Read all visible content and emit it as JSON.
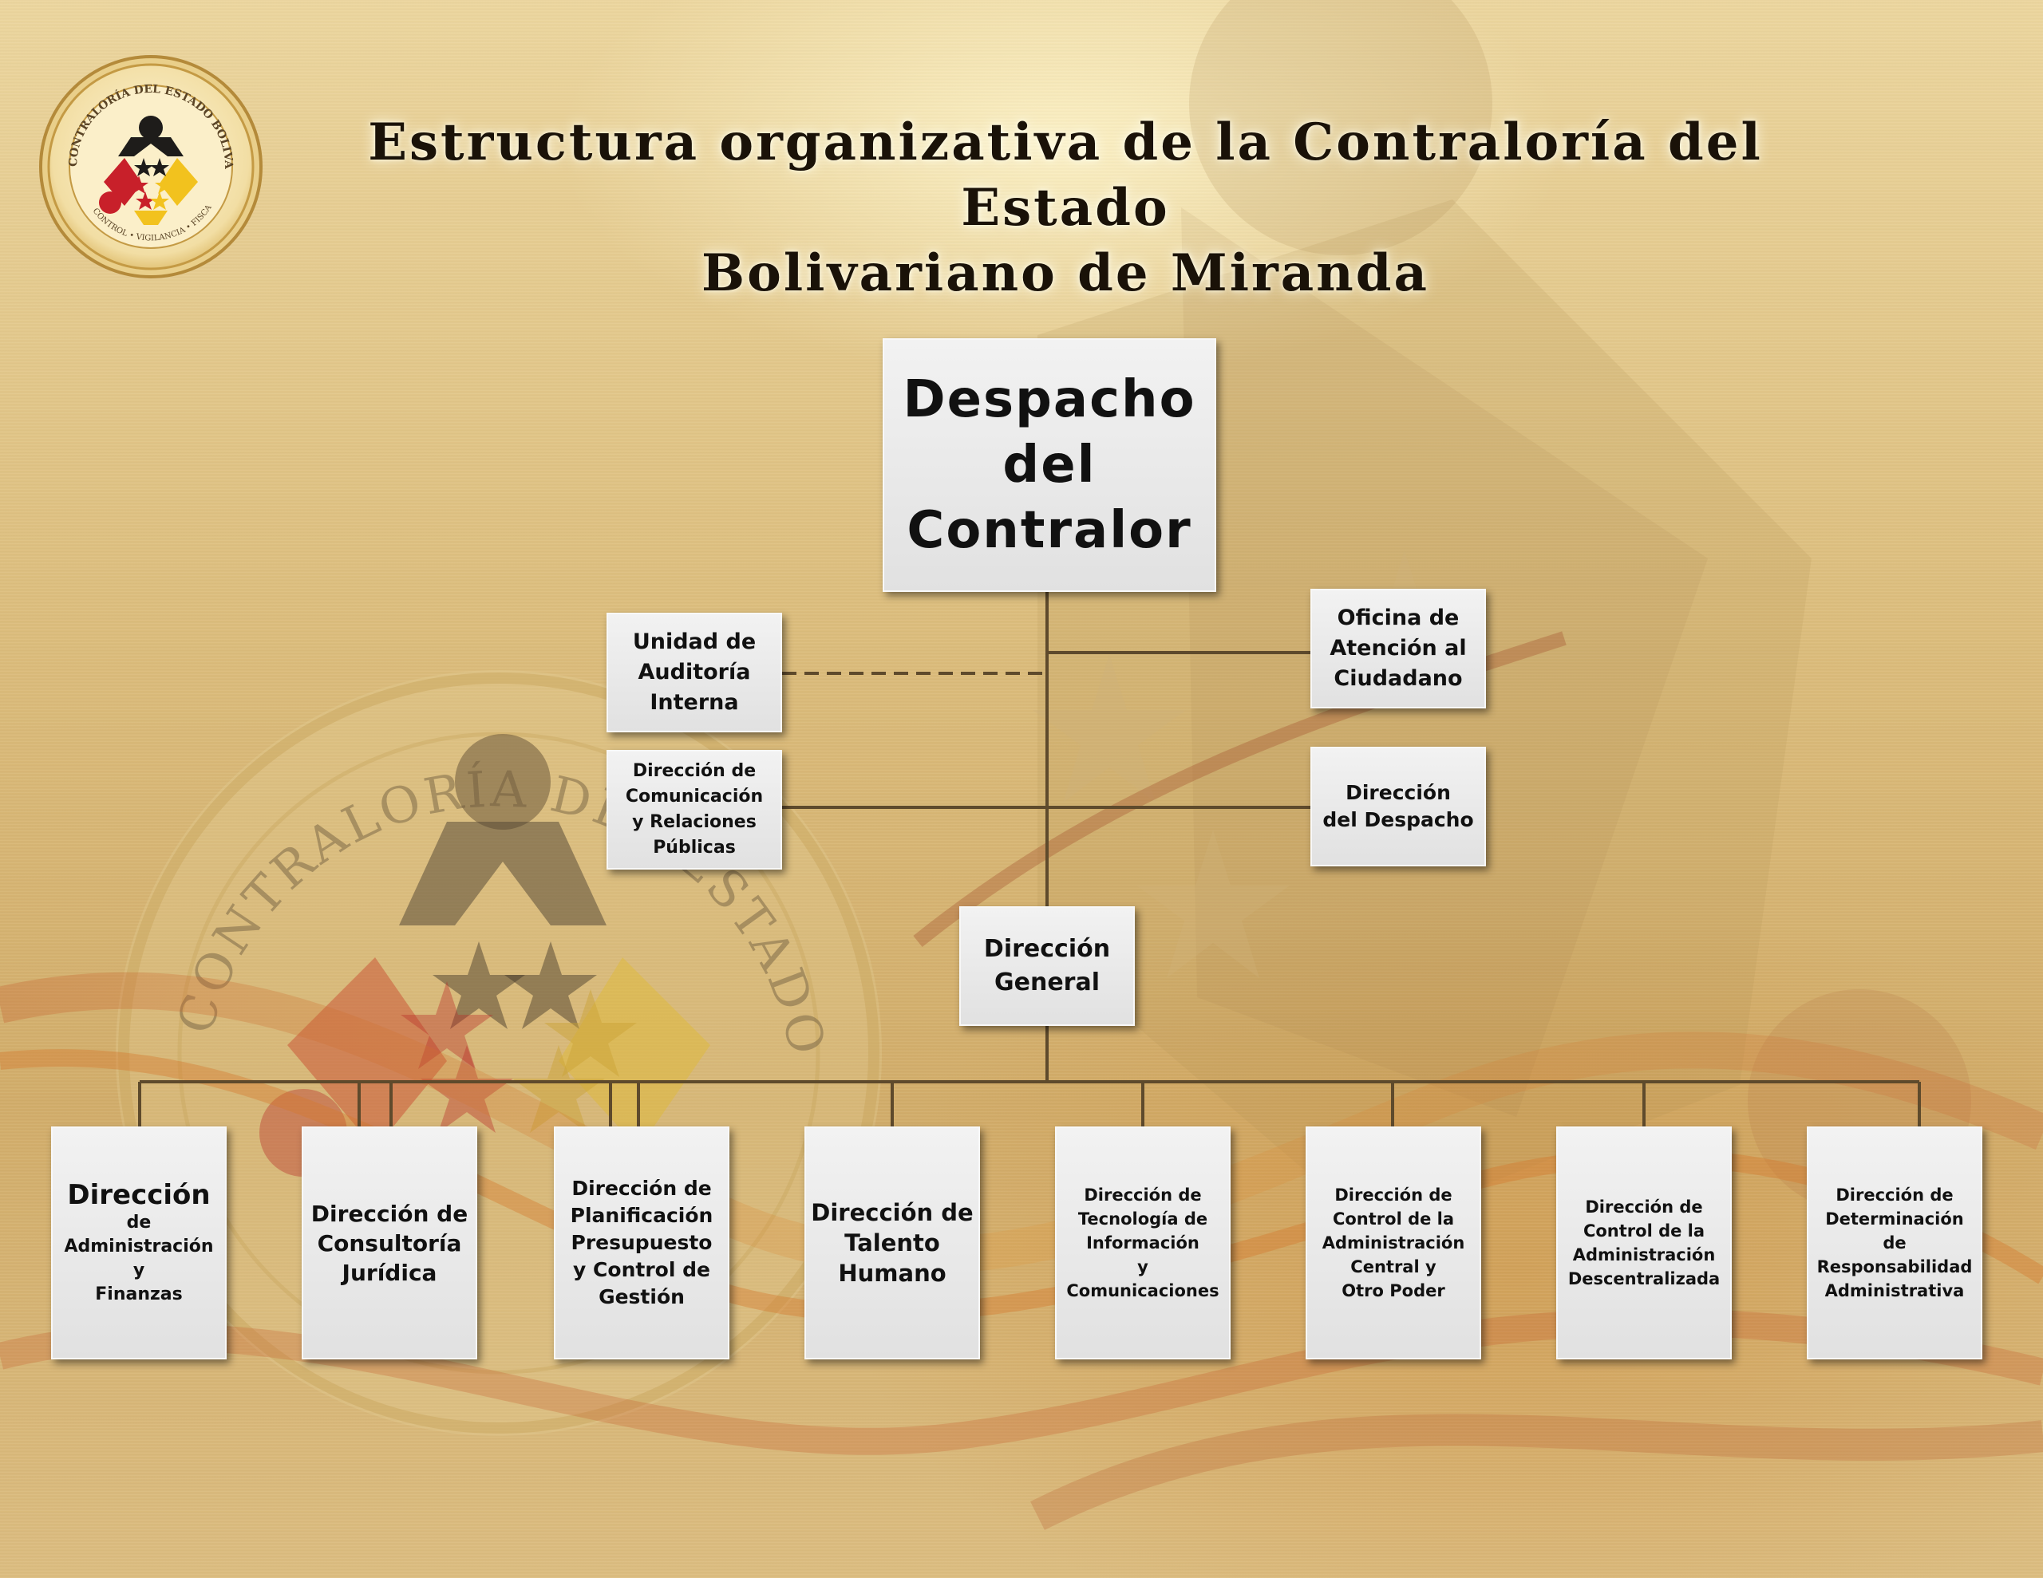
{
  "title": {
    "line1": "Estructura organizativa de la Contraloría del Estado",
    "line2": "Bolivariano de Miranda"
  },
  "seal": {
    "ring_text": "CONTRALORÍA DEL ESTADO BOLIVARIANO DE MIRANDA",
    "motto": "CONTROL • VIGILANCIA • FISCALIZACIÓN"
  },
  "nodes": {
    "despacho": "Despacho\ndel\nContralor",
    "auditoria": "Unidad de\nAuditoría\nInterna",
    "comunicacion": "Dirección de\nComunicación\ny Relaciones\nPúblicas",
    "oficina": "Oficina de\nAtención al\nCiudadano",
    "direccion_despacho": "Dirección\ndel Despacho",
    "direccion_general": "Dirección\nGeneral",
    "administracion": {
      "lead": "Dirección",
      "rest": "de\nAdministración\ny\nFinanzas"
    },
    "consultoria": "Dirección de\nConsultoría\nJurídica",
    "planificacion": "Dirección de\nPlanificación\nPresupuesto\ny Control de\nGestión",
    "talento": "Dirección de\nTalento\nHumano",
    "tecnologia": "Dirección de\nTecnología de\nInformación\ny\nComunicaciones",
    "control_central": "Dirección de\nControl de la\nAdministración\nCentral y\nOtro Poder",
    "control_descentralizada": "Dirección de\nControl de la\nAdministración\nDescentralizada",
    "determinacion": "Dirección de\nDeterminación\nde\nResponsabilidad\nAdministrativa"
  },
  "colors": {
    "line": "#5e4a2c",
    "box": "#e8e8e8",
    "seal_red": "#c8202a",
    "seal_yellow": "#f2c21e",
    "seal_black": "#1e1c1a",
    "seal_gold": "#d8b25a"
  }
}
